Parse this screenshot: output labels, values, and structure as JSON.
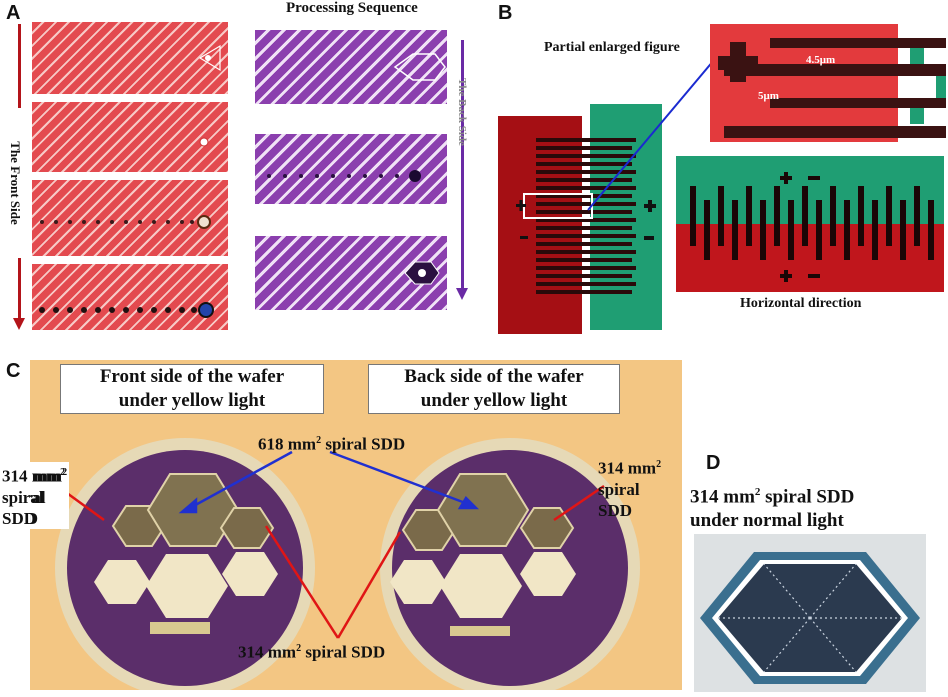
{
  "panels": {
    "a": "A",
    "b": "B",
    "c": "C",
    "d": "D"
  },
  "panel_a": {
    "processing_sequence": "Processing Sequence",
    "front_side": "The Front Side",
    "back_side": "The Back Side"
  },
  "panel_b": {
    "partial_enlarged": "Partial enlarged figure",
    "dim_4_5": "4.5μm",
    "dim_5": "5μm",
    "horizontal_direction": "Horizontal direction",
    "plus": "+",
    "minus": "−"
  },
  "panel_c": {
    "front_label_line1": "Front side of the wafer",
    "front_label_line2": "under yellow light",
    "back_label_line1": "Back side of the wafer",
    "back_label_line2": "under yellow light",
    "sdd_618_prefix": "618 mm",
    "sdd_618_suffix": " spiral SDD",
    "sdd_314_bottom_prefix": "314 mm",
    "sdd_314_bottom_suffix": " spiral SDD",
    "left_314_line1": "314 mm",
    "left_314_line2": "spiral",
    "left_314_line3": "SDD",
    "right_314_line1": "314 mm",
    "right_314_line2": "spiral",
    "right_314_line3": "SDD",
    "sup": "2"
  },
  "panel_d": {
    "title_line1_prefix": "314 mm",
    "title_line1_suffix": " spiral SDD",
    "title_line2": "under normal light",
    "sup": "2"
  },
  "colors": {
    "red": "#e34a4f",
    "purple": "#8b3fae",
    "dark_red": "#b3141a",
    "green": "#1f9e73",
    "arrow_blue": "#2030d0",
    "arrow_red": "#e01515",
    "wafer_bg": "#f5c98a"
  }
}
